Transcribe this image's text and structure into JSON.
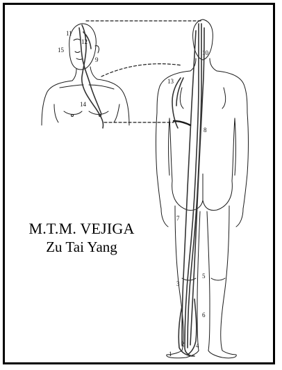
{
  "caption": {
    "title": "M.T.M. VEJIGA",
    "subtitle": "Zu Tai Yang"
  },
  "point_labels": {
    "p1": "1",
    "p2": "2",
    "p3": "3",
    "p4": "4",
    "p5": "5",
    "p6": "6",
    "p7": "7",
    "p8": "8",
    "p9": "9",
    "p10": "10",
    "p11": "11",
    "p12": "12",
    "p13": "13",
    "p14": "14",
    "p15": "15"
  },
  "colors": {
    "line": "#1a1a1a",
    "channel": "#333333",
    "border": "#000000",
    "background": "#ffffff"
  }
}
